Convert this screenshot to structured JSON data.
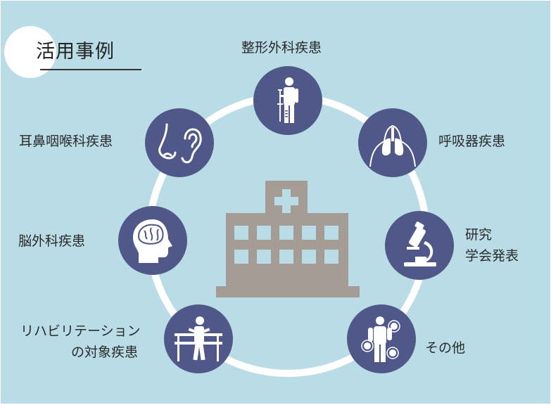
{
  "title": "活用事例",
  "center_icon": "hospital-building-icon",
  "colors": {
    "background": "#b9dce7",
    "node": "#4f5888",
    "ring": "#ffffff",
    "hospital": "#a59c95"
  },
  "nodes": [
    {
      "id": "orthopedic",
      "label_lines": [
        "整形外科疾患"
      ],
      "icon": "crutch-patient-icon"
    },
    {
      "id": "respiratory",
      "label_lines": [
        "呼吸器疾患"
      ],
      "icon": "lungs-icon"
    },
    {
      "id": "research",
      "label_lines": [
        "研究",
        "学会発表"
      ],
      "icon": "microscope-icon"
    },
    {
      "id": "other",
      "label_lines": [
        "その他"
      ],
      "icon": "joint-pain-person-icon"
    },
    {
      "id": "rehabilitation",
      "label_lines": [
        "リハビリテーション",
        "の対象疾患"
      ],
      "icon": "parallel-bars-walker-icon"
    },
    {
      "id": "neurosurgery",
      "label_lines": [
        "脳外科疾患"
      ],
      "icon": "brain-head-icon"
    },
    {
      "id": "ent",
      "label_lines": [
        "耳鼻咽喉科疾患"
      ],
      "icon": "ear-nose-icon"
    }
  ]
}
